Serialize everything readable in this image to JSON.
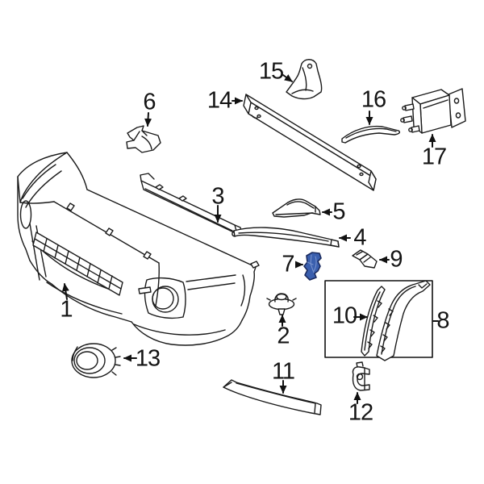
{
  "diagram": {
    "type": "exploded-parts-diagram",
    "background_color": "#ffffff",
    "line_color": "#1a1a1a",
    "label_color": "#141414",
    "highlight": {
      "part_label": "7",
      "fill": "#3a5fae",
      "stroke": "#1b2b5e",
      "detail": "#7e97cf"
    },
    "grouping_box": {
      "for_part_label": "8",
      "stroke": "#111111"
    },
    "parts": [
      {
        "label": "1"
      },
      {
        "label": "2"
      },
      {
        "label": "3"
      },
      {
        "label": "4"
      },
      {
        "label": "5"
      },
      {
        "label": "6"
      },
      {
        "label": "7"
      },
      {
        "label": "8"
      },
      {
        "label": "9"
      },
      {
        "label": "10"
      },
      {
        "label": "11"
      },
      {
        "label": "12"
      },
      {
        "label": "13"
      },
      {
        "label": "14"
      },
      {
        "label": "15"
      },
      {
        "label": "16"
      },
      {
        "label": "17"
      }
    ]
  }
}
